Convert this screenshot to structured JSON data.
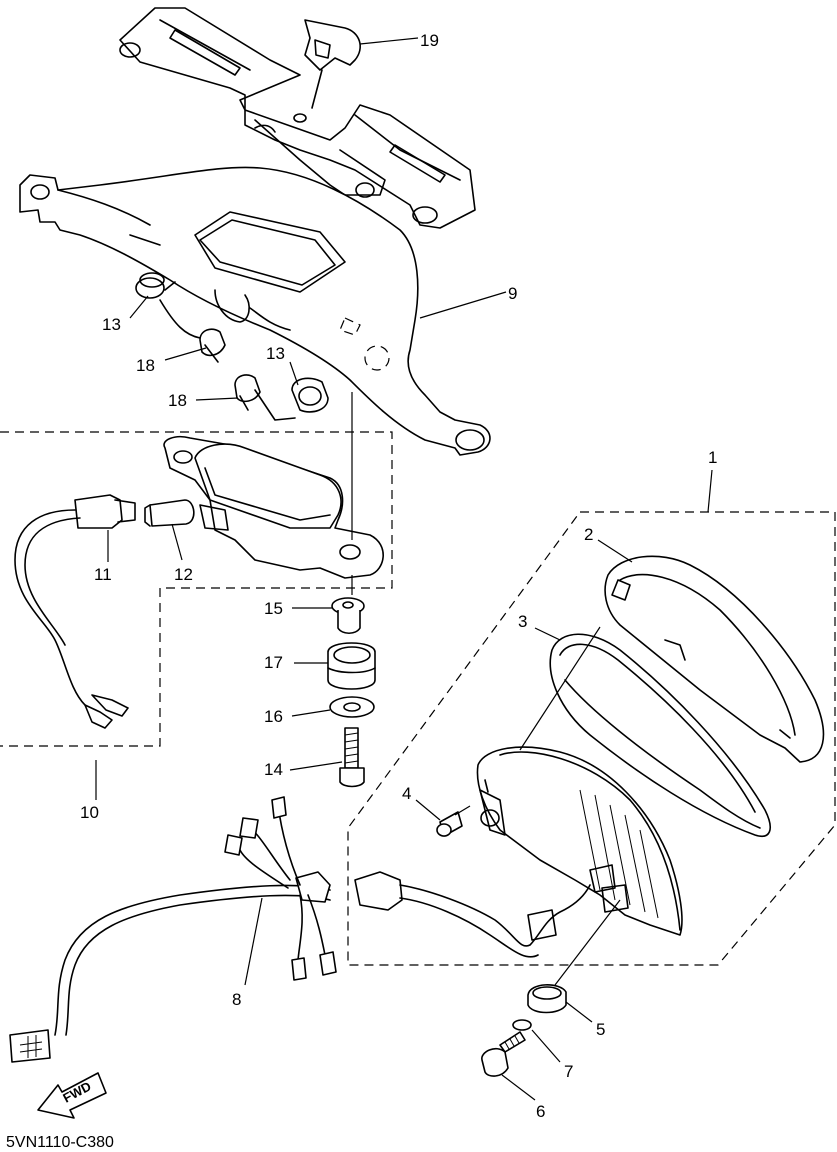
{
  "callouts": {
    "c1": "1",
    "c2": "2",
    "c3": "3",
    "c4": "4",
    "c5": "5",
    "c6": "6",
    "c7": "7",
    "c8": "8",
    "c9": "9",
    "c10": "10",
    "c11": "11",
    "c12": "12",
    "c13a": "13",
    "c13b": "13",
    "c14": "14",
    "c15": "15",
    "c16": "16",
    "c17": "17",
    "c18a": "18",
    "c18b": "18",
    "c19": "19"
  },
  "fwd_label": "FWD",
  "diagram_code": "5VN1110-C380"
}
